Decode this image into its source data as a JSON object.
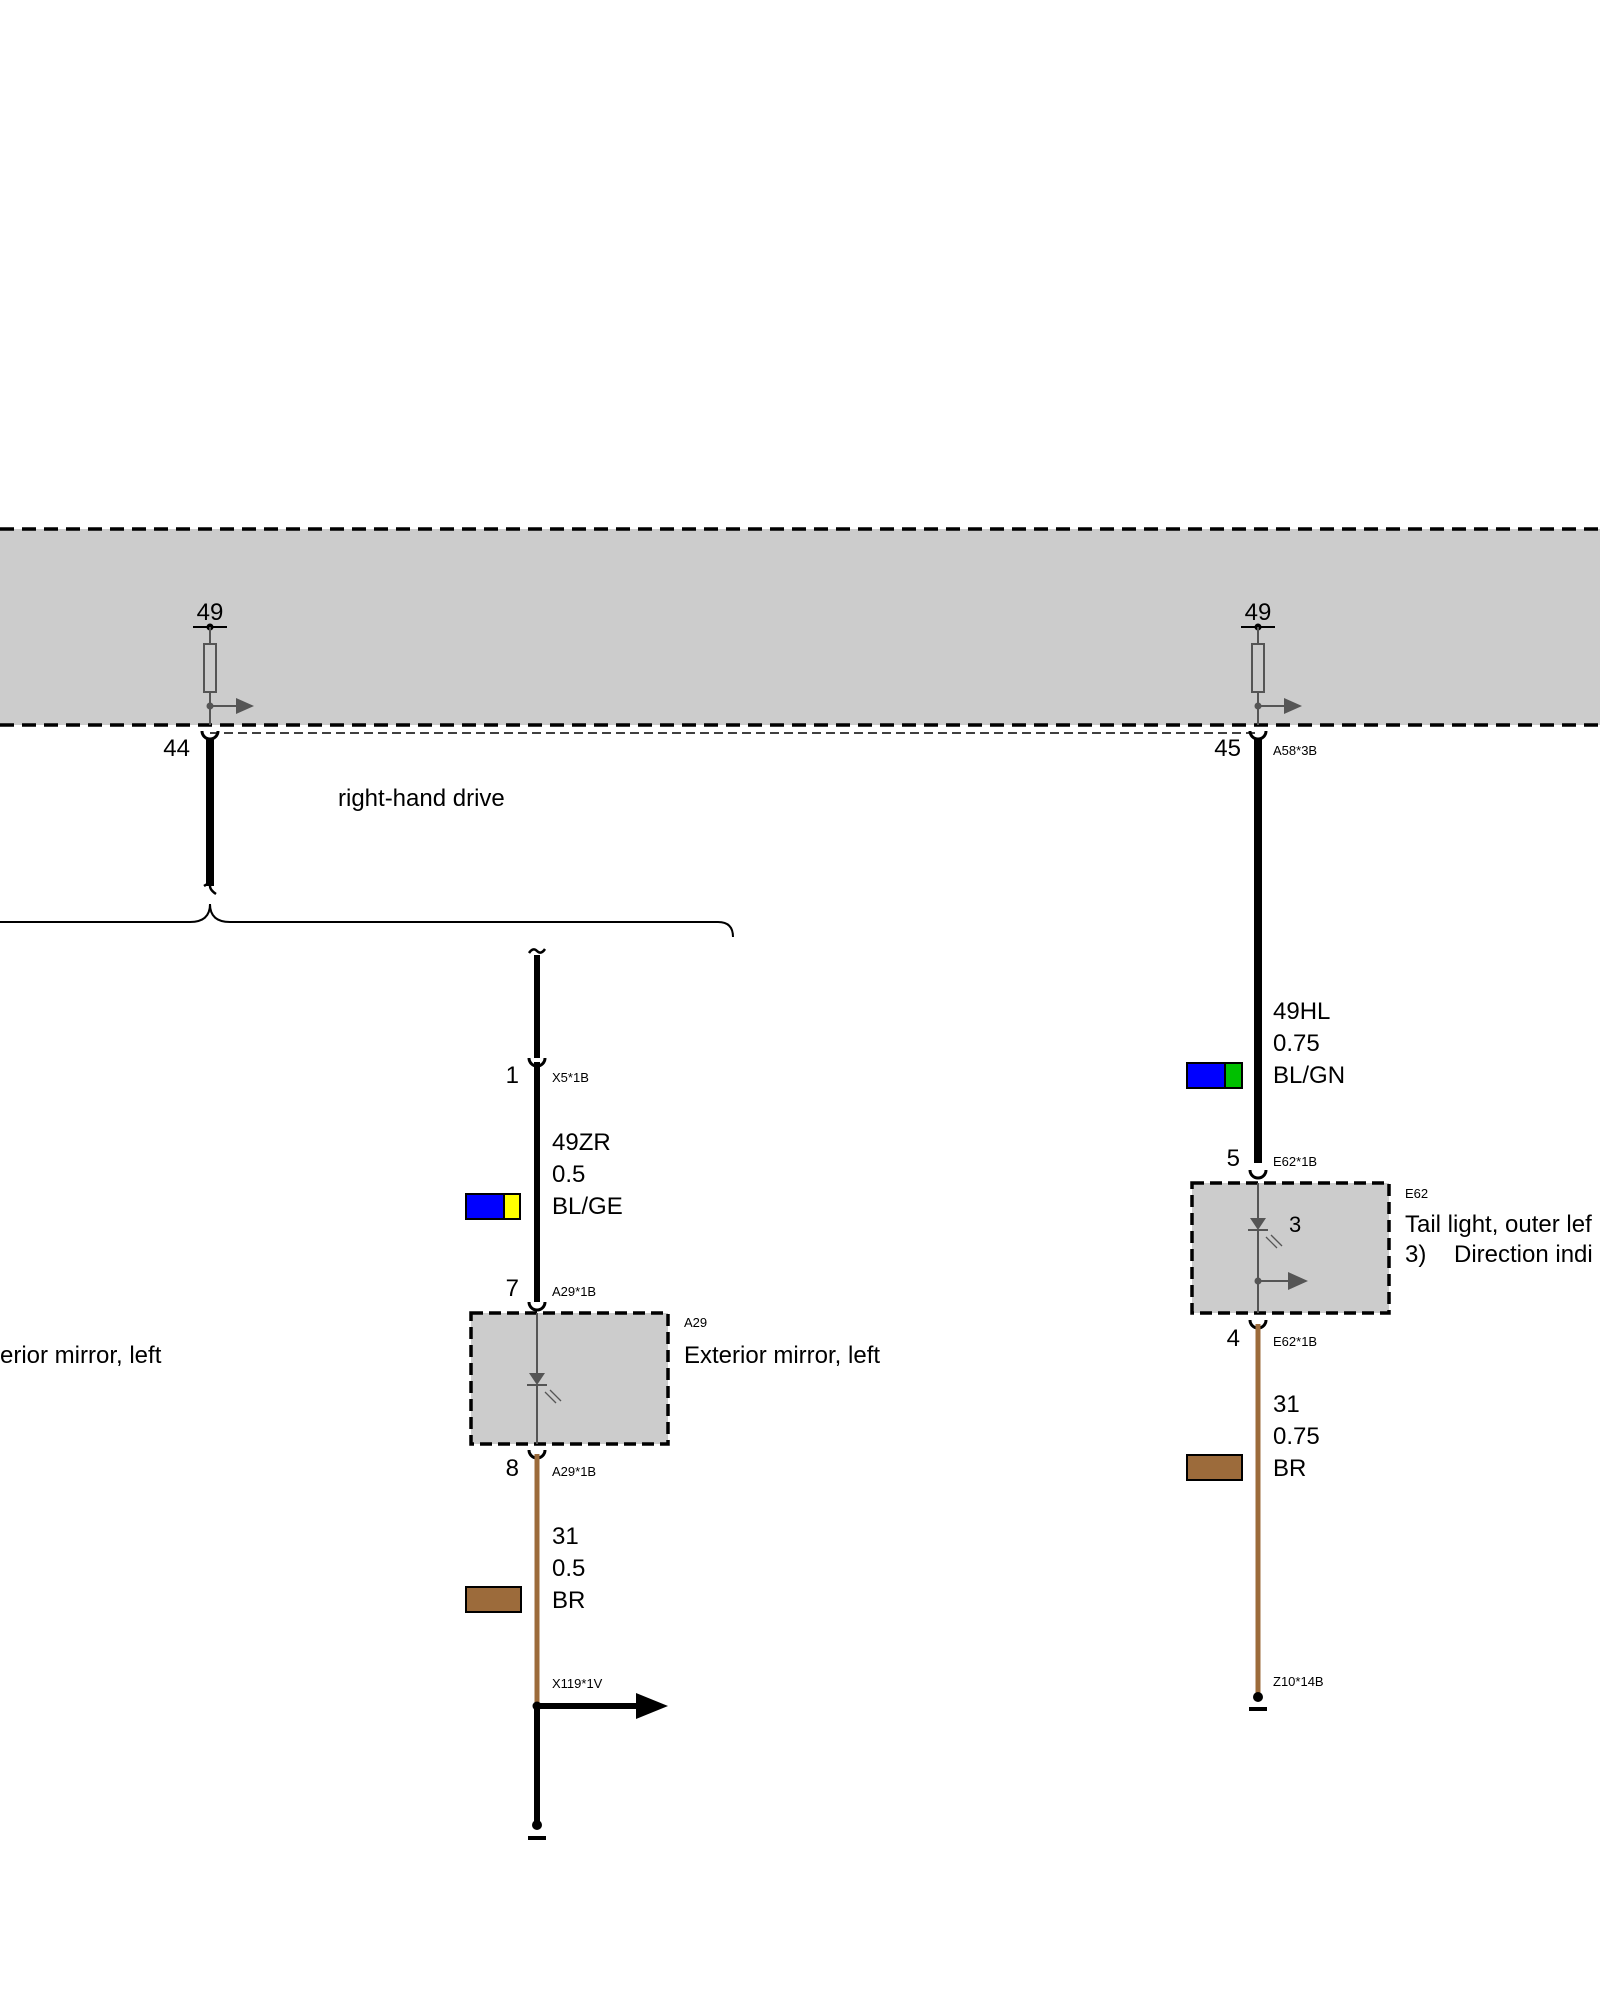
{
  "colors": {
    "module_fill": "#cccccc",
    "wire_black": "#000000",
    "wire_brown": "#9c6b3b",
    "swatch_blue": "#0000ff",
    "swatch_yellow": "#ffff00",
    "swatch_green": "#00c000",
    "swatch_brown": "#9c6b3b",
    "component_fill": "#cccccc"
  },
  "module": {
    "left_pin": {
      "input_label": "49",
      "pin_number": "44"
    },
    "right_pin": {
      "input_label": "49",
      "pin_number": "45",
      "connector": "A58*3B"
    }
  },
  "note": {
    "text": "right-hand drive"
  },
  "left_branch": {
    "offpage_label": "erior mirror, left"
  },
  "mirror_circuit": {
    "top_connector": {
      "pin": "1",
      "connector": "X5*1B"
    },
    "wire_in": {
      "signal": "49ZR",
      "gauge": "0.5",
      "color_code": "BL/GE",
      "icon": "blue-yellow-wire-swatch"
    },
    "component": {
      "in_pin": "7",
      "in_connector": "A29*1B",
      "id": "A29",
      "name": "Exterior mirror, left",
      "out_pin": "8",
      "out_connector": "A29*1B",
      "icon": "led-icon"
    },
    "wire_out": {
      "signal": "31",
      "gauge": "0.5",
      "color_code": "BR",
      "icon": "brown-wire-swatch"
    },
    "junction": {
      "connector": "X119*1V",
      "icon": "continuation-arrow-icon"
    },
    "ground_icon": "ground-icon"
  },
  "tail_circuit": {
    "wire_in": {
      "signal": "49HL",
      "gauge": "0.75",
      "color_code": "BL/GN",
      "icon": "blue-green-wire-swatch"
    },
    "component": {
      "in_pin": "5",
      "in_connector": "E62*1B",
      "id": "E62",
      "name": "Tail light, outer lef",
      "inner_label": "3",
      "footnote_number": "3)",
      "footnote_text": "Direction indi",
      "out_pin": "4",
      "out_connector": "E62*1B",
      "icon": "led-icon"
    },
    "wire_out": {
      "signal": "31",
      "gauge": "0.75",
      "color_code": "BR",
      "icon": "brown-wire-swatch"
    },
    "ground": {
      "connector": "Z10*14B",
      "icon": "ground-icon"
    }
  }
}
